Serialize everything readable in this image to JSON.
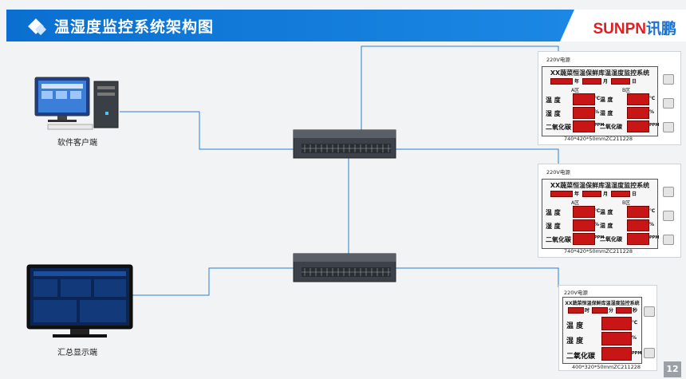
{
  "header": {
    "title": "温湿度监控系统架构图"
  },
  "logo": {
    "brand_latin": "SUNPN",
    "brand_cn": "讯鹏"
  },
  "nodes": {
    "software_client": "软件客户端",
    "summary_display": "汇总显示端"
  },
  "board1": {
    "title": "XX蔬菜恒温保鲜库温湿度监控系统",
    "date_year": "年",
    "date_month": "月",
    "date_day": "日",
    "zone_a": "A区",
    "zone_b": "B区",
    "temp": "温    度",
    "humid": "湿    度",
    "co2": "二氧化碳",
    "unit_c": "℃",
    "unit_pct": "%",
    "unit_ppm": "PPM",
    "size": "740*420*50mmZC211228",
    "power": "220V电源"
  },
  "board2": {
    "title": "XX蔬菜恒温保鲜库温湿度监控系统",
    "date_year": "年",
    "date_month": "月",
    "date_day": "日",
    "zone_a": "A区",
    "zone_b": "B区",
    "temp": "温    度",
    "humid": "湿    度",
    "co2": "二氧化碳",
    "unit_c": "℃",
    "unit_pct": "%",
    "unit_ppm": "PPM",
    "size": "740*420*50mmZC211228",
    "power": "220V电源"
  },
  "board3": {
    "title": "XX蔬菜恒温保鲜库温湿度监控系统",
    "date_shi": "时",
    "date_fen": "分",
    "date_miao": "秒",
    "temp": "温    度",
    "humid": "湿    度",
    "co2": "二氧化碳",
    "unit_c": "℃",
    "unit_pct": "%",
    "unit_ppm": "PPM",
    "size": "400*320*50mmZC211228",
    "power": "220V电源"
  },
  "page": {
    "number": "12"
  },
  "colors": {
    "header": "#0a6fd0",
    "wire": "#2b7fd8",
    "led": "#c81616",
    "brand_red": "#e11d1d",
    "brand_blue": "#1872d6"
  }
}
